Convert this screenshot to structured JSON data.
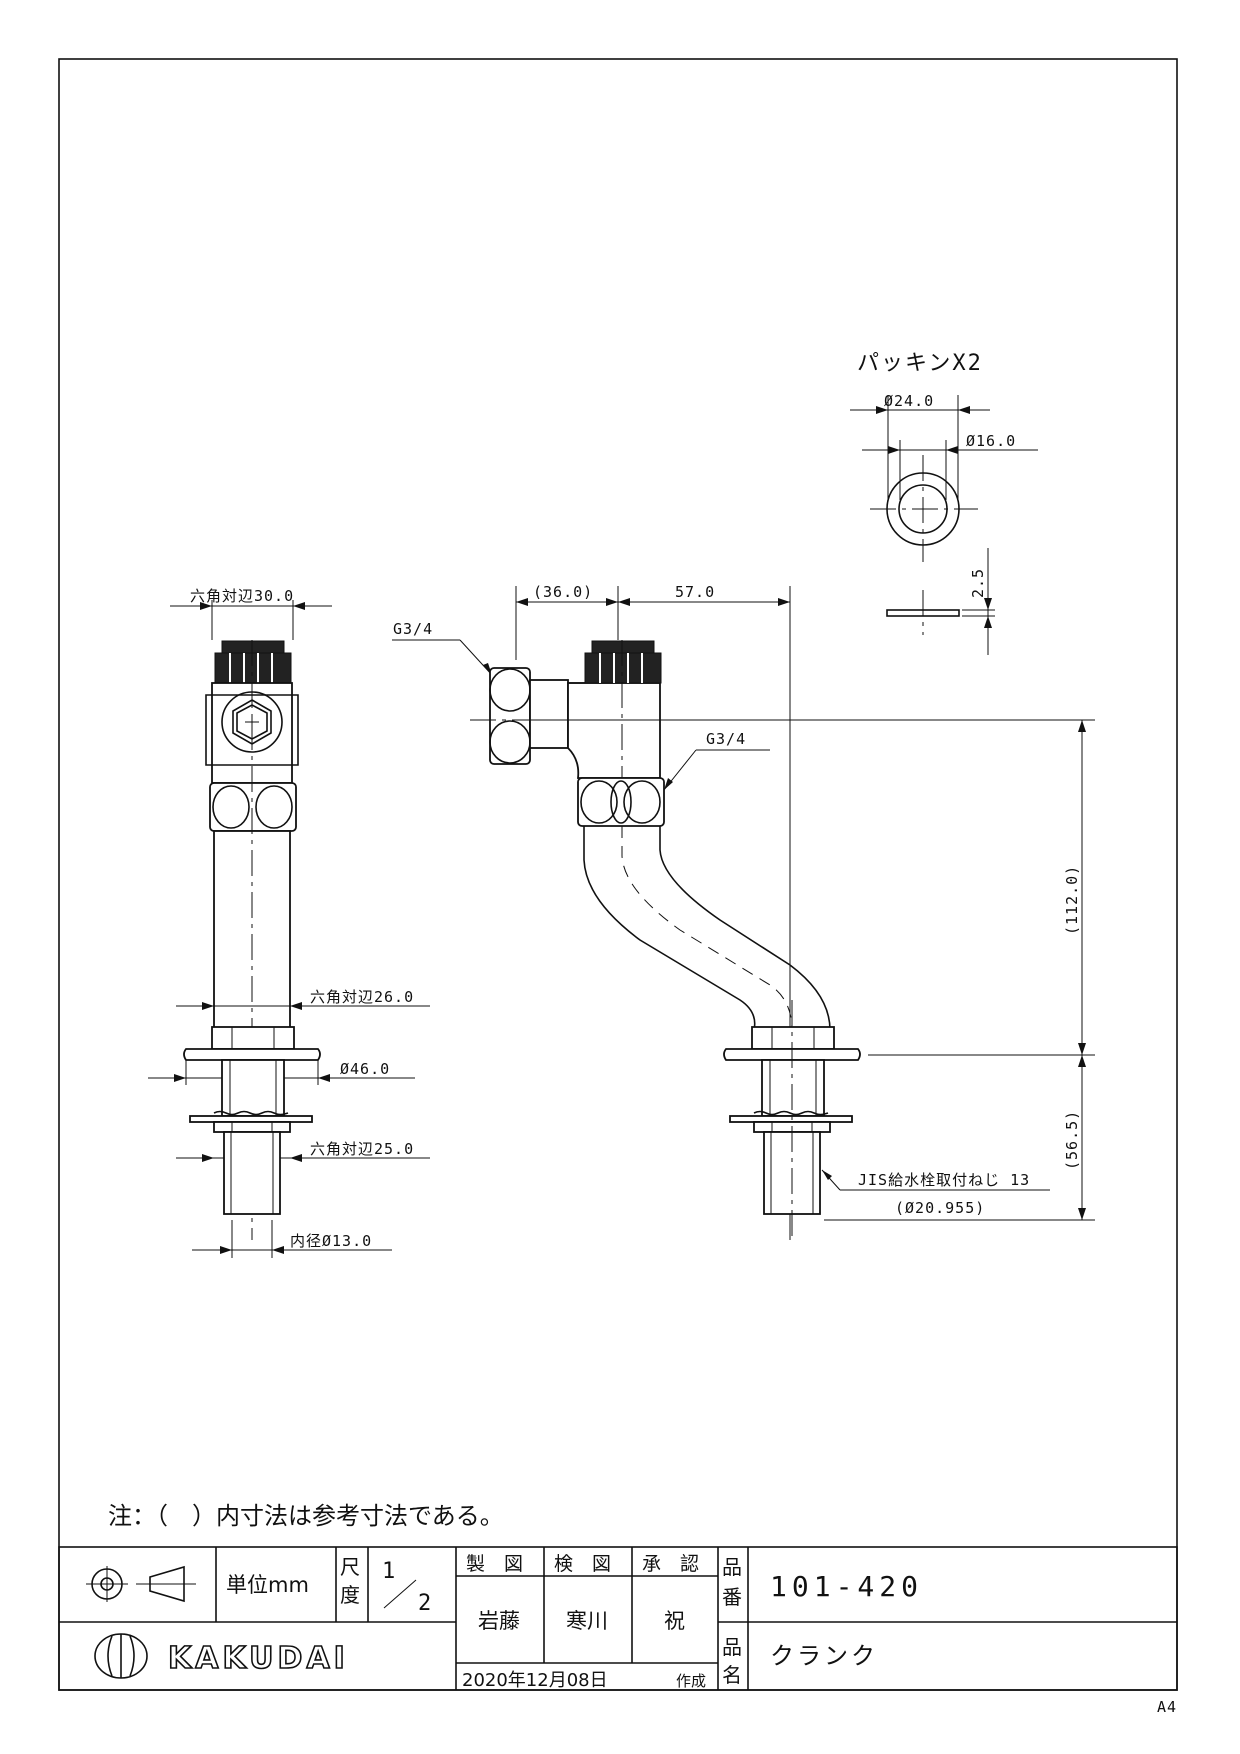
{
  "paper_size": "A4",
  "note": "注：（　）内寸法は参考寸法である。",
  "gasket": {
    "title": "パッキンX2",
    "outer_dia": "Ø24.0",
    "inner_dia": "Ø16.0",
    "thickness": "2.5"
  },
  "side_view": {
    "hex_top": "六角対辺30.0",
    "hex_mid": "六角対辺26.0",
    "flange_dia": "Ø46.0",
    "hex_bottom": "六角対辺25.0",
    "inner_dia": "内径Ø13.0"
  },
  "front_view": {
    "dim_left": "(36.0)",
    "dim_right": "57.0",
    "thread_left": "G3/4",
    "thread_right": "G3/4",
    "height_upper": "(112.0)",
    "height_lower": "(56.5)",
    "jis_thread": "JIS給水栓取付ねじ 13",
    "jis_thread_dia": "(Ø20.955)"
  },
  "title_block": {
    "unit": "単位mm",
    "scale_label_1": "尺",
    "scale_label_2": "度",
    "scale_num": "1",
    "scale_den": "2",
    "drawn_label": "製　図",
    "checked_label": "検　図",
    "approved_label": "承　認",
    "drawn_by": "岩藤",
    "checked_by": "寒川",
    "approved_by": "祝",
    "date": "2020年12月08日",
    "date_suffix": "作成",
    "part_no_label_1": "品",
    "part_no_label_2": "番",
    "part_no": "101-420",
    "name_label_1": "品",
    "name_label_2": "名",
    "part_name": "クランク",
    "brand": "KAKUDAI"
  }
}
